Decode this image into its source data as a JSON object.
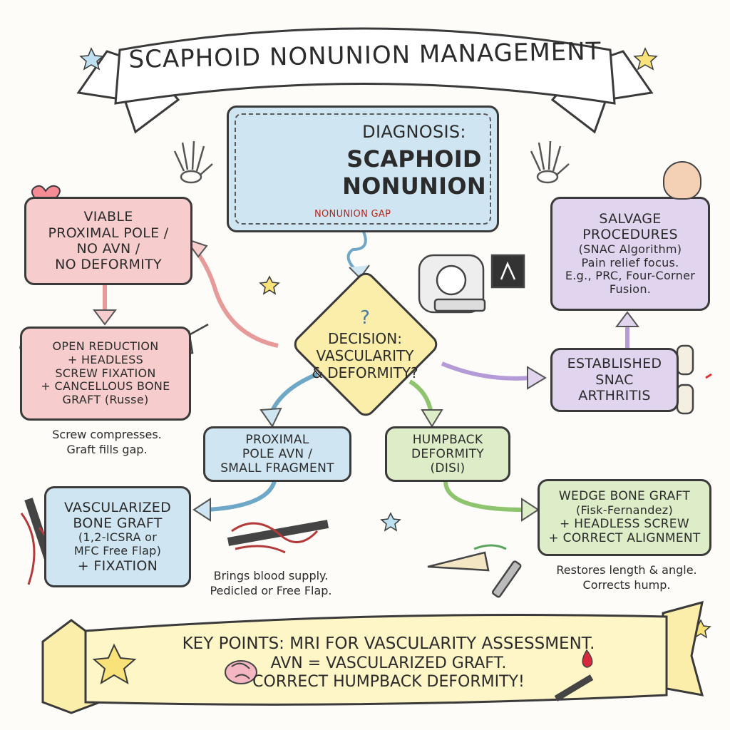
{
  "title": "SCAPHOID NONUNION MANAGEMENT",
  "diagnosis": {
    "line1": "DIAGNOSIS:",
    "line2": "SCAPHOID",
    "line3": "NONUNION",
    "gap_label": "NONUNION GAP"
  },
  "decision": {
    "question_mark": "?",
    "line1": "DECISION:",
    "line2": "VASCULARITY",
    "line3": "& DEFORMITY?"
  },
  "viable": {
    "line1": "VIABLE",
    "line2": "PROXIMAL POLE /",
    "line3": "NO AVN /",
    "line4": "NO DEFORMITY"
  },
  "orif": {
    "line1": "OPEN REDUCTION",
    "line2": "+ HEADLESS",
    "line3": "SCREW FIXATION",
    "line4": "+ CANCELLOUS BONE",
    "line5": "GRAFT (Russe)",
    "caption1": "Screw compresses.",
    "caption2": "Graft fills gap."
  },
  "salvage": {
    "line1": "SALVAGE",
    "line2": "PROCEDURES",
    "line3": "(SNAC Algorithm)",
    "line4": "Pain relief focus.",
    "line5": "E.g., PRC, Four-Corner",
    "line6": "Fusion."
  },
  "snac": {
    "line1": "ESTABLISHED",
    "line2": "SNAC",
    "line3": "ARTHRITIS"
  },
  "avn": {
    "line1": "PROXIMAL",
    "line2": "POLE AVN /",
    "line3": "SMALL FRAGMENT"
  },
  "humpback": {
    "line1": "HUMPBACK",
    "line2": "DEFORMITY",
    "line3": "(DISI)"
  },
  "vascular": {
    "line1": "VASCULARIZED",
    "line2": "BONE GRAFT",
    "line3": "(1,2-ICSRA or",
    "line4": "MFC Free Flap)",
    "line5": "+ FIXATION",
    "caption1": "Brings blood supply.",
    "caption2": "Pedicled or Free Flap."
  },
  "wedge": {
    "line1": "WEDGE BONE GRAFT",
    "line2": "(Fisk-Fernandez)",
    "line3": "+ HEADLESS SCREW",
    "line4": "+ CORRECT ALIGNMENT",
    "caption1": "Restores length & angle.",
    "caption2": "Corrects hump."
  },
  "key_points": {
    "line1": "KEY POINTS: MRI FOR VASCULARITY ASSESSMENT.",
    "line2": "AVN = VASCULARIZED GRAFT.",
    "line3": "CORRECT HUMPBACK DEFORMITY!"
  },
  "colors": {
    "blue": "#cfe6f2",
    "red": "#f7cccc",
    "purple": "#e0d4ee",
    "yellow": "#fbeeaa",
    "green": "#dcedc8",
    "banner": "#fff6c8"
  }
}
